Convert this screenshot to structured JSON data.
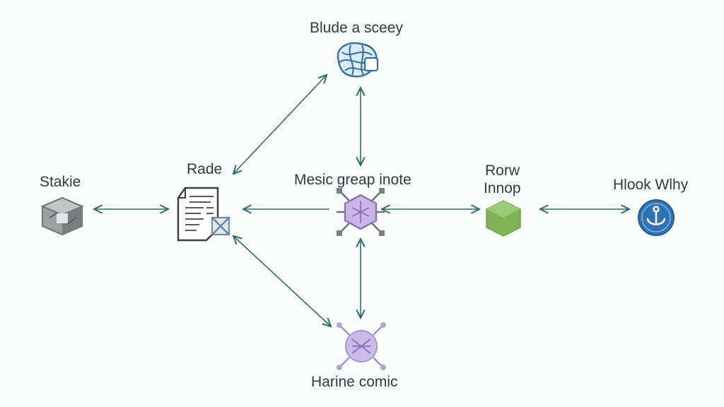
{
  "nodes": {
    "stakie": {
      "label": "Stakie"
    },
    "rade": {
      "label": "Rade"
    },
    "blude": {
      "label": "Blude a sceey"
    },
    "mesic": {
      "label": "Mesic greap inote"
    },
    "rorw": {
      "label_line1": "Rorw",
      "label_line2": "Innop"
    },
    "hlook": {
      "label": "Hlook Wlhy"
    },
    "harine": {
      "label": "Harine comic"
    }
  },
  "edges": [
    {
      "from": "stakie",
      "to": "rade",
      "directed": "both"
    },
    {
      "from": "rade",
      "to": "blude",
      "directed": "both"
    },
    {
      "from": "rade",
      "to": "harine",
      "directed": "both"
    },
    {
      "from": "mesic",
      "to": "rade",
      "directed": "to"
    },
    {
      "from": "blude",
      "to": "mesic",
      "directed": "both"
    },
    {
      "from": "mesic",
      "to": "harine",
      "directed": "both"
    },
    {
      "from": "mesic",
      "to": "rorw",
      "directed": "both"
    },
    {
      "from": "rorw",
      "to": "hlook",
      "directed": "both"
    }
  ],
  "colors": {
    "edge": "#2e6e6e",
    "cube": "#7a7d80",
    "document": "#3b3f44",
    "blob": "#2f6f9a",
    "hub": "#8b6fb8",
    "hexagon": "#7fb356",
    "circle_badge": "#2f73b5",
    "purple_node": "#9a86cf"
  }
}
